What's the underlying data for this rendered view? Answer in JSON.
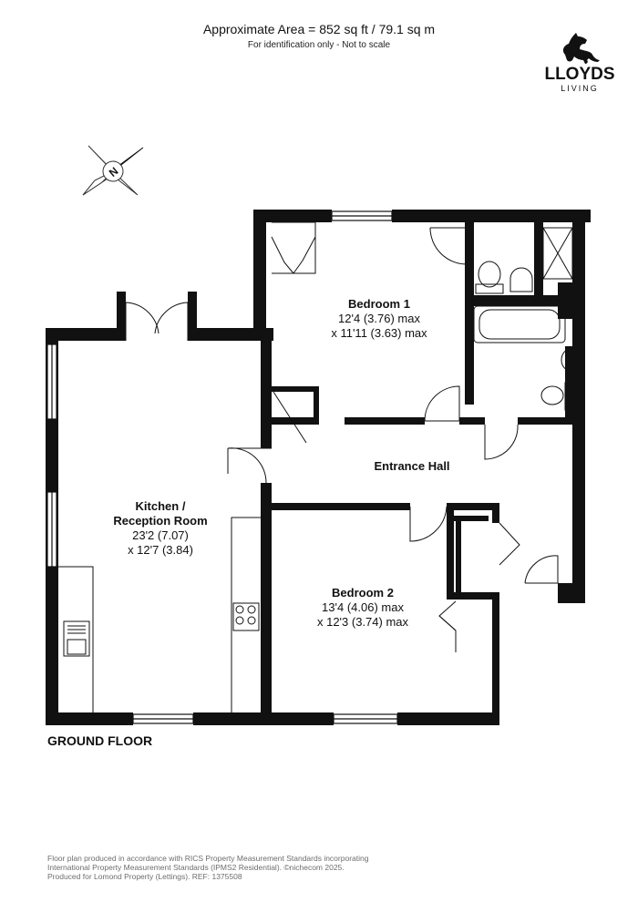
{
  "header": {
    "area": "Approximate Area = 852 sq ft / 79.1 sq m",
    "note": "For identification only - Not to scale"
  },
  "logo": {
    "brand": "LLOYDS",
    "sub": "LIVING",
    "icon": "black-horse-icon"
  },
  "compass": {
    "icon": "north-compass-icon",
    "letter": "N"
  },
  "rooms": {
    "bedroom1": {
      "name": "Bedroom 1",
      "dim1": "12'4 (3.76) max",
      "dim2": "x 11'11 (3.63) max"
    },
    "entrance": {
      "name": "Entrance Hall"
    },
    "kitchen": {
      "name1": "Kitchen /",
      "name2": "Reception Room",
      "dim1": "23'2 (7.07)",
      "dim2": "x 12'7 (3.84)"
    },
    "bedroom2": {
      "name": "Bedroom 2",
      "dim1": "13'4 (4.06) max",
      "dim2": "x 12'3 (3.74) max"
    }
  },
  "floor_label": "GROUND FLOOR",
  "footer": {
    "line1": "Floor plan produced in accordance with RICS Property Measurement Standards incorporating",
    "line2": "International Property Measurement Standards (IPMS2 Residential).  ©nichecom 2025.",
    "line3": "Produced for Lomond Property (Lettings).   REF:  1375508"
  },
  "colors": {
    "wall": "#111111",
    "text": "#111111",
    "footer_text": "#6d6d6d",
    "logo_green": "#2f6b3f"
  }
}
